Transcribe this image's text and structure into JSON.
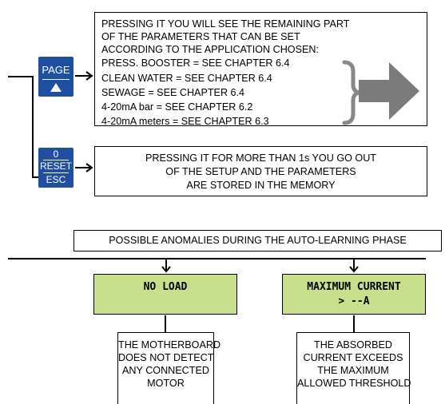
{
  "page_button": {
    "label": "PAGE",
    "arrow_icon": "triangle-up-icon",
    "color": "#1e4fa0"
  },
  "page_description": {
    "lines": [
      "PRESSING IT YOU WILL SEE THE REMAINING PART",
      "OF THE PARAMETERS THAT CAN BE SET",
      "ACCORDING TO THE APPLICATION CHOSEN:",
      "PRESS. BOOSTER = SEE CHAPTER 6.4",
      "CLEAN WATER = SEE CHAPTER 6.4",
      "SEWAGE = SEE CHAPTER 6.4",
      "4-20mA bar = SEE CHAPTER 6.2",
      "4-20mA meters = SEE CHAPTER 6.3"
    ]
  },
  "reset_button": {
    "top_label": "0",
    "middle_label": "RESET",
    "bottom_label": "ESC",
    "color": "#1e4fa0"
  },
  "reset_description": {
    "lines": [
      "PRESSING IT FOR MORE THAN 1s YOU GO OUT",
      "OF THE SETUP AND THE PARAMETERS",
      "ARE STORED IN THE MEMORY"
    ]
  },
  "anomalies": {
    "title": "POSSIBLE ANOMALIES DURING THE AUTO-LEARNING PHASE",
    "lcd_color": "#c8e08c",
    "items": [
      {
        "display": "NO LOAD",
        "display_line2": "",
        "description": [
          "THE MOTHERBOARD",
          "DOES NOT DETECT",
          "ANY CONNECTED",
          "MOTOR"
        ]
      },
      {
        "display": "MAXIMUM CURRENT",
        "display_line2": "> --A",
        "description": [
          "THE ABSORBED",
          "CURRENT EXCEEDS",
          "THE MAXIMUM",
          "ALLOWED THRESHOLD"
        ]
      }
    ]
  }
}
